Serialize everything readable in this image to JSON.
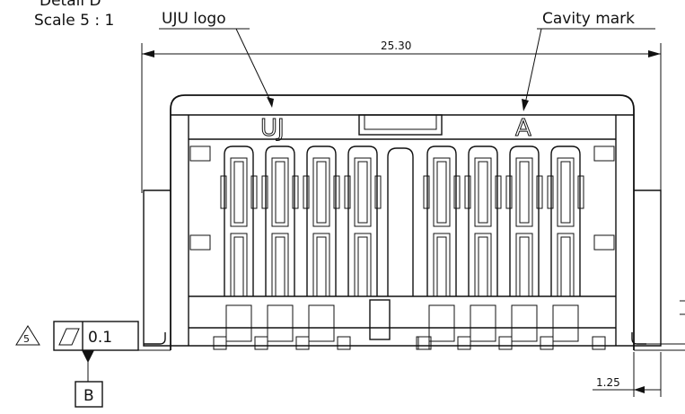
{
  "drawing": {
    "detail_title": "Detail D",
    "scale": "Scale 5 : 1",
    "callout_logo": "UJU logo",
    "callout_cavity": "Cavity mark",
    "dim_overall_width": "25.30",
    "dim_lead_offset": "1.25",
    "logo_text": "UJ",
    "cavity_letter": "A",
    "flatness_note_number": "5",
    "flatness_tolerance": "0.1",
    "datum_label": "B"
  }
}
